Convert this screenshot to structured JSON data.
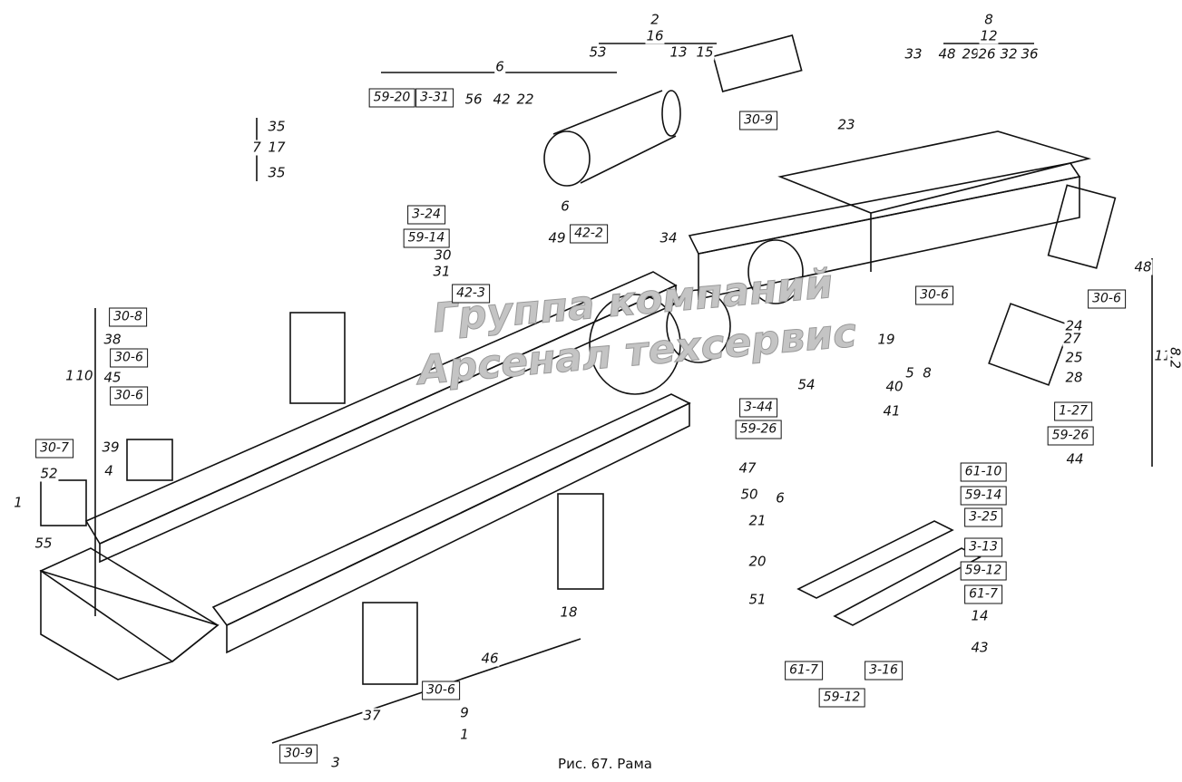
{
  "caption": "Рис. 67. Рама",
  "watermark": "Группа компаний Арсенал техсервис",
  "labels": [
    {
      "text": "2",
      "boxed": false
    },
    {
      "text": "16",
      "boxed": false
    },
    {
      "text": "8",
      "boxed": false
    },
    {
      "text": "12",
      "boxed": false
    },
    {
      "text": "53",
      "boxed": false
    },
    {
      "text": "13",
      "boxed": false
    },
    {
      "text": "15",
      "boxed": false
    },
    {
      "text": "33",
      "boxed": false
    },
    {
      "text": "48",
      "boxed": false
    },
    {
      "text": "29",
      "boxed": false
    },
    {
      "text": "26",
      "boxed": false
    },
    {
      "text": "32",
      "boxed": false
    },
    {
      "text": "36",
      "boxed": false
    },
    {
      "text": "6",
      "boxed": false
    },
    {
      "text": "59-20",
      "boxed": true
    },
    {
      "text": "3-31",
      "boxed": true
    },
    {
      "text": "56",
      "boxed": false
    },
    {
      "text": "42",
      "boxed": false
    },
    {
      "text": "22",
      "boxed": false
    },
    {
      "text": "7",
      "boxed": false
    },
    {
      "text": "35",
      "boxed": false
    },
    {
      "text": "17",
      "boxed": false
    },
    {
      "text": "35",
      "boxed": false
    },
    {
      "text": "30-9",
      "boxed": true
    },
    {
      "text": "23",
      "boxed": false
    },
    {
      "text": "3-24",
      "boxed": true
    },
    {
      "text": "59-14",
      "boxed": true
    },
    {
      "text": "30",
      "boxed": false
    },
    {
      "text": "31",
      "boxed": false
    },
    {
      "text": "42-3",
      "boxed": true
    },
    {
      "text": "6",
      "boxed": false
    },
    {
      "text": "49",
      "boxed": false
    },
    {
      "text": "42-2",
      "boxed": true
    },
    {
      "text": "34",
      "boxed": false
    },
    {
      "text": "48",
      "boxed": false
    },
    {
      "text": "30-6",
      "boxed": true
    },
    {
      "text": "30-6",
      "boxed": true
    },
    {
      "text": "30-8",
      "boxed": true
    },
    {
      "text": "38",
      "boxed": false
    },
    {
      "text": "30-6",
      "boxed": true
    },
    {
      "text": "45",
      "boxed": false
    },
    {
      "text": "30-6",
      "boxed": true
    },
    {
      "text": "1",
      "boxed": false
    },
    {
      "text": "10",
      "boxed": false
    },
    {
      "text": "24",
      "boxed": false
    },
    {
      "text": "27",
      "boxed": false
    },
    {
      "text": "25",
      "boxed": false
    },
    {
      "text": "28",
      "boxed": false
    },
    {
      "text": "11",
      "boxed": false
    },
    {
      "text": "8.2",
      "boxed": false
    },
    {
      "text": "19",
      "boxed": false
    },
    {
      "text": "40",
      "boxed": false
    },
    {
      "text": "41",
      "boxed": false
    },
    {
      "text": "5",
      "boxed": false
    },
    {
      "text": "8",
      "boxed": false
    },
    {
      "text": "54",
      "boxed": false
    },
    {
      "text": "3-44",
      "boxed": true
    },
    {
      "text": "59-26",
      "boxed": true
    },
    {
      "text": "47",
      "boxed": false
    },
    {
      "text": "50",
      "boxed": false
    },
    {
      "text": "6",
      "boxed": false
    },
    {
      "text": "1-27",
      "boxed": true
    },
    {
      "text": "59-26",
      "boxed": true
    },
    {
      "text": "44",
      "boxed": false
    },
    {
      "text": "30-7",
      "boxed": true
    },
    {
      "text": "39",
      "boxed": false
    },
    {
      "text": "52",
      "boxed": false
    },
    {
      "text": "4",
      "boxed": false
    },
    {
      "text": "1",
      "boxed": false
    },
    {
      "text": "55",
      "boxed": false
    },
    {
      "text": "61-10",
      "boxed": true
    },
    {
      "text": "59-14",
      "boxed": true
    },
    {
      "text": "3-25",
      "boxed": true
    },
    {
      "text": "3-13",
      "boxed": true
    },
    {
      "text": "59-12",
      "boxed": true
    },
    {
      "text": "61-7",
      "boxed": true
    },
    {
      "text": "14",
      "boxed": false
    },
    {
      "text": "43",
      "boxed": false
    },
    {
      "text": "21",
      "boxed": false
    },
    {
      "text": "20",
      "boxed": false
    },
    {
      "text": "51",
      "boxed": false
    },
    {
      "text": "18",
      "boxed": false
    },
    {
      "text": "46",
      "boxed": false
    },
    {
      "text": "61-7",
      "boxed": true
    },
    {
      "text": "59-12",
      "boxed": true
    },
    {
      "text": "3-16",
      "boxed": true
    },
    {
      "text": "30-6",
      "boxed": true
    },
    {
      "text": "37",
      "boxed": false
    },
    {
      "text": "3",
      "boxed": false
    },
    {
      "text": "30-9",
      "boxed": true
    },
    {
      "text": "9",
      "boxed": false
    },
    {
      "text": "1",
      "boxed": false
    }
  ]
}
